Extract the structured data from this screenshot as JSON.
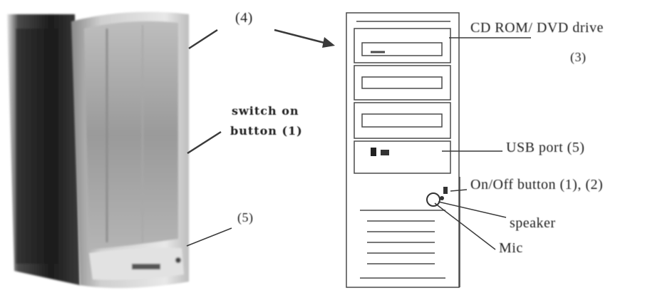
{
  "labels": {
    "top_4": "(4)",
    "switch_line1": "switch on",
    "switch_line2": "button (1)",
    "left_5": "(5)",
    "cdrom": "CD ROM/ DVD drive",
    "cdrom_num": "(3)",
    "usb": "USB port (5)",
    "onoff": "On/Off button (1), (2)",
    "speaker": "speaker",
    "mic": "Mic"
  },
  "colors": {
    "case_dark": "#2b2b2b",
    "case_light": "#d9d9d9",
    "line": "#3a3a3a"
  }
}
